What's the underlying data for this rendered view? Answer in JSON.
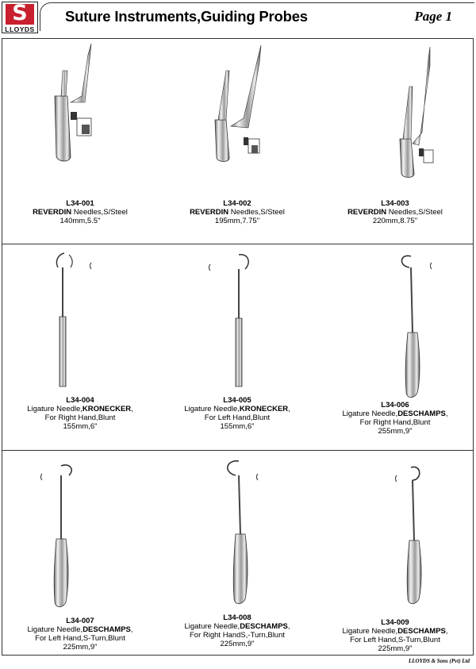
{
  "header": {
    "logo_letter": "S",
    "logo_word": "LLOYDS",
    "title": "Suture Instruments,Guiding Probes",
    "page": "Page 1",
    "brand_color": "#c8202e"
  },
  "products": [
    {
      "code": "L34-001",
      "bold": "REVERDIN",
      "rest": " Needles,S/Steel",
      "line2": "140mm,5.5\"",
      "line3": ""
    },
    {
      "code": "L34-002",
      "bold": "REVERDIN",
      "rest": " Needles,S/Steel",
      "line2": "195mm,7.75\"",
      "line3": ""
    },
    {
      "code": "L34-003",
      "bold": "REVERDIN",
      "rest": " Needles,S/Steel",
      "line2": "220mm,8.75\"",
      "line3": ""
    },
    {
      "code": "L34-004",
      "prefix": "Ligature Needle,",
      "bold": "KRONECKER",
      "suffix": ",",
      "line2": "For Right Hand,Blunt",
      "line3": "155mm,6\""
    },
    {
      "code": "L34-005",
      "prefix": "Ligature Needle,",
      "bold": "KRONECKER",
      "suffix": ",",
      "line2": "For Left Hand,Blunt",
      "line3": "155mm,6\""
    },
    {
      "code": "L34-006",
      "prefix": "Ligature Needle,",
      "bold": "DESCHAMPS",
      "suffix": ",",
      "line2": "For Right Hand,Blunt",
      "line3": "255mm,9\""
    },
    {
      "code": "L34-007",
      "prefix": "Ligature Needle,",
      "bold": "DESCHAMPS",
      "suffix": ",",
      "line2": "For Left Hand,S-Turn,Blunt",
      "line3": "225mm,9\""
    },
    {
      "code": "L34-008",
      "prefix": "Ligature Needle,",
      "bold": "DESCHAMPS",
      "suffix": ",",
      "line2": "For Right HandS,-Turn,Blunt",
      "line3": "225mm,9\""
    },
    {
      "code": "L34-009",
      "prefix": "Ligature Needle,",
      "bold": "DESCHAMPS",
      "suffix": ",",
      "line2": "For Left Hand,S-Turn,Blunt",
      "line3": "225mm,9\""
    }
  ],
  "footer": "LLOYDS & Sons (Pvt) Ltd"
}
